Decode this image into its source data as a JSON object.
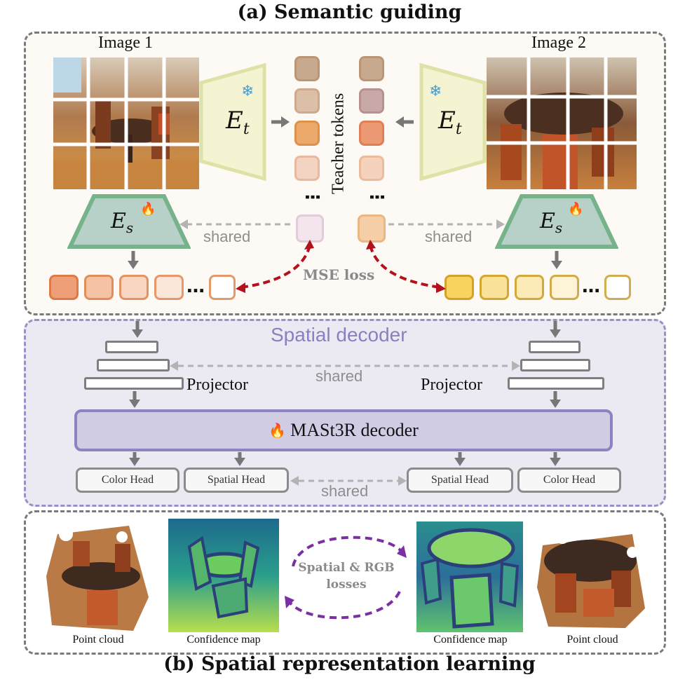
{
  "titles": {
    "top": "(a) Semantic guiding",
    "bottom": "(b) Spatial representation learning"
  },
  "semantic": {
    "image1_label": "Image 1",
    "image2_label": "Image 2",
    "teacher_encoder": "E",
    "teacher_sub": "t",
    "student_encoder": "E",
    "student_sub": "s",
    "teacher_tokens_label": "Teacher tokens",
    "shared_label": "shared",
    "mse_loss_label": "MSE loss",
    "frozen_icon": "snowflake-icon",
    "trainable_icon": "fire-icon"
  },
  "decoder": {
    "title": "Spatial decoder",
    "projector_label": "Projector",
    "shared_label": "shared",
    "mast3r_label": "MASt3R decoder",
    "heads": [
      "Color Head",
      "Spatial Head",
      "Spatial Head",
      "Color Head"
    ]
  },
  "learning": {
    "point_cloud_label": "Point cloud",
    "confidence_map_label": "Confidence map",
    "losses_line1": "Spatial & RGB",
    "losses_line2": "losses"
  },
  "colors": {
    "teacher_encoder_fill": "#f4f3d2",
    "teacher_encoder_stroke": "#dfe2a6",
    "student_encoder_fill": "#b7d0c8",
    "student_encoder_stroke": "#76b38a",
    "mse_arrow": "#b3121d",
    "losses_arrow": "#7a2fa3",
    "decoder_panel_bg": "#ebeaf3",
    "decoder_panel_border": "#9a90c8",
    "mast3r_fill": "#cfcce3",
    "mast3r_stroke": "#8c84c0",
    "semantic_panel_bg": "#fdf9f5"
  }
}
